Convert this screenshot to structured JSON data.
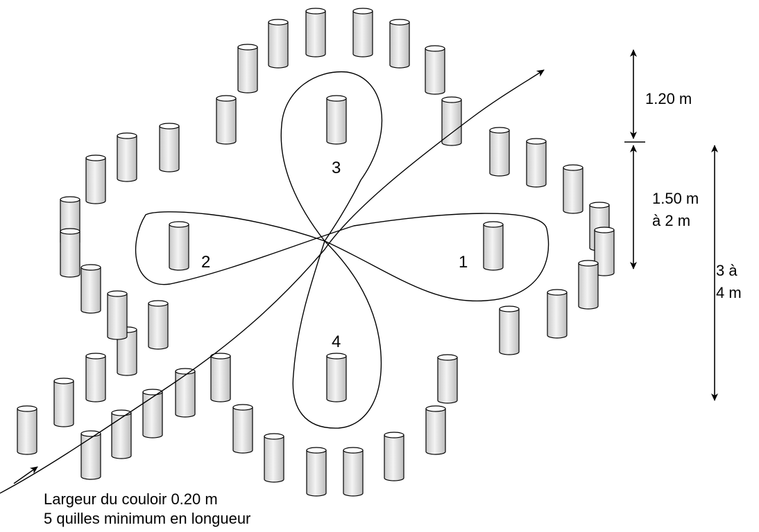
{
  "labels": {
    "dim_top": "1.20 m",
    "dim_mid_line1": "1.50 m",
    "dim_mid_line2": "à 2 m",
    "dim_total_line1": "3 à",
    "dim_total_line2": "4 m",
    "zone1": "1",
    "zone2": "2",
    "zone3": "3",
    "zone4": "4",
    "caption_line1": "Largeur du couloir 0.20 m",
    "caption_line2": "5 quilles minimum en longueur"
  },
  "colors": {
    "pin_light": "#f2f2f2",
    "pin_dark": "#c4c4c4",
    "stroke": "#000000"
  }
}
